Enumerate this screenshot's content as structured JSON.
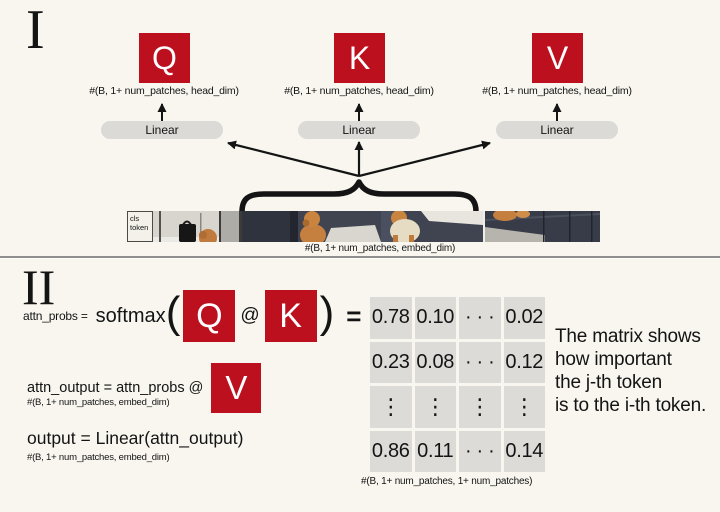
{
  "colors": {
    "background": "#f8f6ef",
    "accent_red": "#bd101f",
    "pill_gray": "#dbdad6",
    "matrix_cell_gray": "#dcdbd7",
    "ink": "#141414"
  },
  "section1": {
    "numeral": "I",
    "branches": [
      {
        "letter": "Q",
        "shape": "#(B, 1+ num_patches, head_dim)",
        "op": "Linear"
      },
      {
        "letter": "K",
        "shape": "#(B, 1+ num_patches, head_dim)",
        "op": "Linear"
      },
      {
        "letter": "V",
        "shape": "#(B, 1+ num_patches, head_dim)",
        "op": "Linear"
      }
    ],
    "cls_token": {
      "line1": "cls",
      "line2": "token"
    },
    "input_shape": "#(B, 1+ num_patches, embed_dim)"
  },
  "section2": {
    "numeral": "II",
    "eq_attn_probs": {
      "lhs": "attn_probs =",
      "fn": "softmax",
      "open_paren": "(",
      "q": "Q",
      "at": "@",
      "k": "K",
      "close_paren": ")",
      "equals": "="
    },
    "matrix": {
      "rows": [
        [
          "0.78",
          "0.10",
          "· · ·",
          "0.02"
        ],
        [
          "0.23",
          "0.08",
          "· · ·",
          "0.12"
        ],
        [
          "⋮",
          "⋮",
          "⋮",
          "⋮"
        ],
        [
          "0.86",
          "0.11",
          "· · ·",
          "0.14"
        ]
      ],
      "shape": "#(B, 1+ num_patches, 1+ num_patches)"
    },
    "caption": {
      "line1": "The matrix shows",
      "line2": "how important",
      "line3": "the j-th token",
      "line4": "is to the i-th token."
    },
    "eq_attn_output": {
      "text": "attn_output = attn_probs @",
      "v": "V",
      "shape": "#(B, 1+ num_patches, embed_dim)"
    },
    "eq_output": {
      "text": "output = Linear(attn_output)",
      "shape": "#(B, 1+ num_patches, embed_dim)"
    }
  }
}
